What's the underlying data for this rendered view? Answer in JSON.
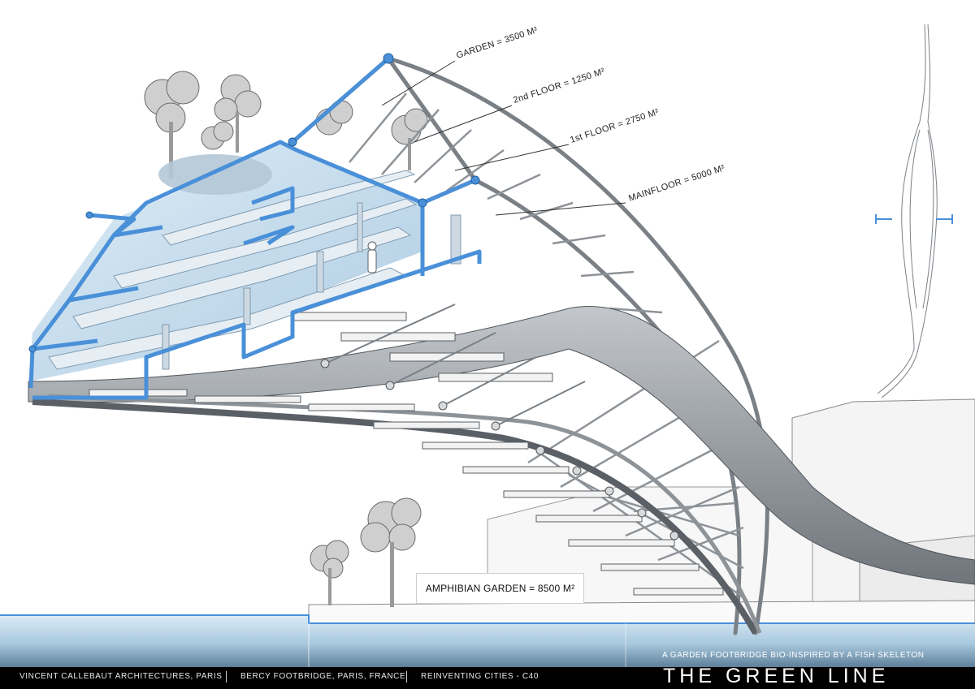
{
  "labels": {
    "garden": "GARDEN = 3500 M²",
    "second_floor": "2nd FLOOR = 1250 M²",
    "first_floor": "1st FLOOR = 2750 M²",
    "mainfloor": "MAINFLOOR = 5000 M²",
    "amphibian_garden": "AMPHIBIAN GARDEN = 8500 M²"
  },
  "footer": {
    "architect": "VINCENT CALLEBAUT ARCHITECTURES, PARIS",
    "location": "BERCY FOOTBRIDGE, PARIS, FRANCE",
    "program": "REINVENTING CITIES - C40"
  },
  "subtitle": "A GARDEN FOOTBRIDGE BIO-INSPIRED BY A FISH SKELETON",
  "title": "THE GREEN LINE",
  "colors": {
    "frame_blue": "#4a90d9",
    "glass": "#b9d7ec",
    "steel": "#8e9398",
    "water": "#cfe4f3",
    "footer_bg": "#000000"
  }
}
